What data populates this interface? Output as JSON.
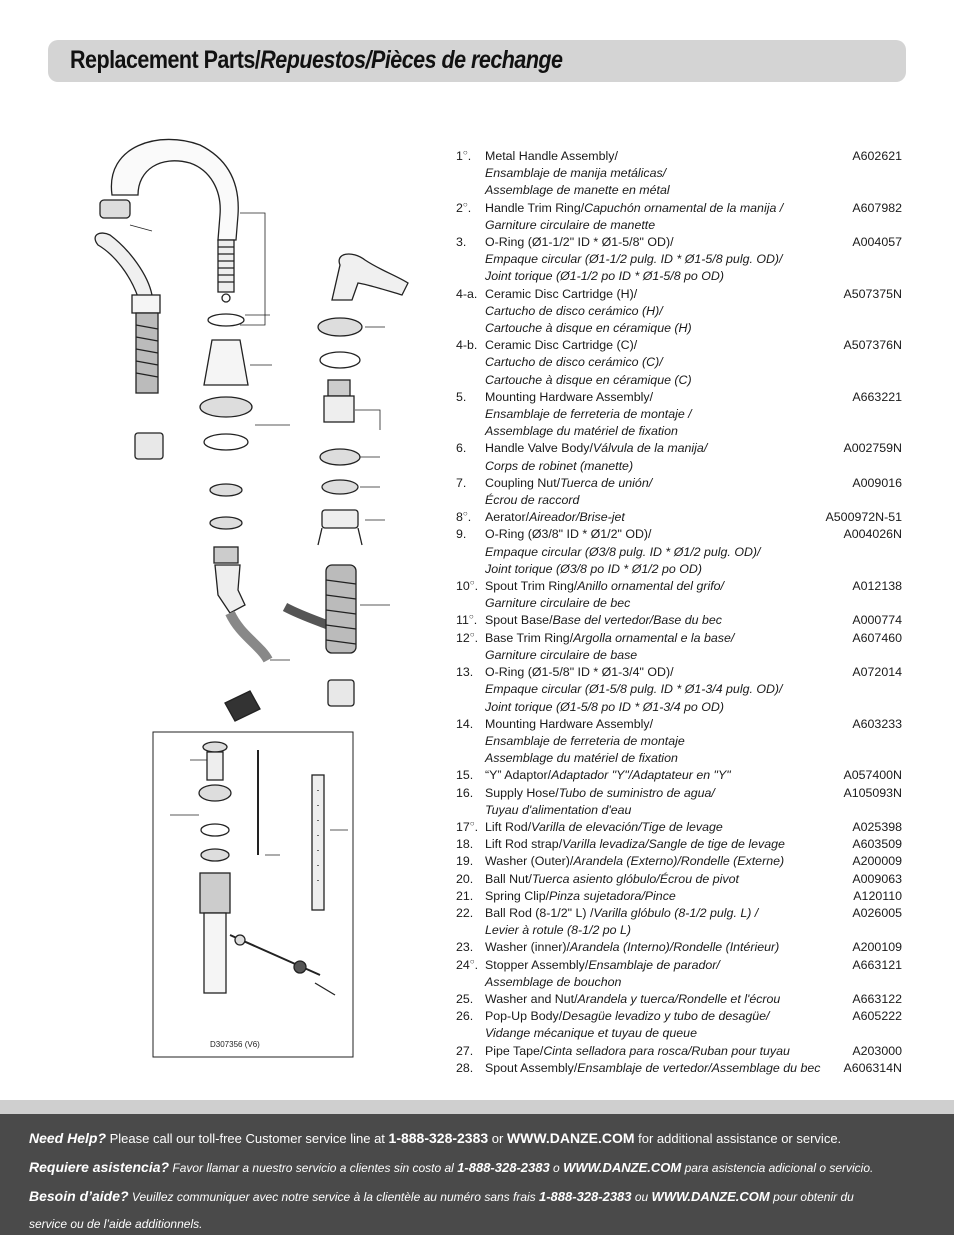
{
  "header": {
    "title_en": "Replacement Parts/",
    "title_other": "Repuestos/Pièces de rechange"
  },
  "diagram": {
    "code": "D307356 (V6)"
  },
  "parts": [
    {
      "num": "1",
      "mark": "○",
      "en": "Metal Handle Assembly/",
      "es": "",
      "code": "A602621",
      "subs": [
        "Ensamblaje de manija metálicas/",
        "Assemblage de manette en métal"
      ]
    },
    {
      "num": "2",
      "mark": "○",
      "en": "Handle Trim Ring/",
      "es": "Capuchón ornamental de la manija /",
      "code": "A607982",
      "subs": [
        "Garniture circulaire de manette"
      ]
    },
    {
      "num": "3.",
      "mark": "",
      "en": "O-Ring (Ø1-1/2\" ID * Ø1-5/8\" OD)/",
      "es": "",
      "code": "A004057",
      "subs": [
        "Empaque circular (Ø1-1/2 pulg. ID * Ø1-5/8 pulg. OD)/",
        "Joint torique (Ø1-1/2 po ID * Ø1-5/8 po OD)"
      ]
    },
    {
      "num": "4-a.",
      "mark": "",
      "en": "Ceramic Disc Cartridge (H)/",
      "es": "",
      "code": "A507375N",
      "subs": [
        "Cartucho de disco cerámico (H)/",
        "Cartouche à disque en céramique (H)"
      ]
    },
    {
      "num": "4-b.",
      "mark": "",
      "en": "Ceramic Disc Cartridge (C)/",
      "es": "",
      "code": "A507376N",
      "subs": [
        "Cartucho de disco cerámico (C)/",
        "Cartouche à disque en céramique (C)"
      ]
    },
    {
      "num": "5.",
      "mark": "",
      "en": "Mounting Hardware Assembly/",
      "es": "",
      "code": "A663221",
      "subs": [
        "Ensamblaje de ferreteria de montaje /",
        "Assemblage du matériel de fixation"
      ]
    },
    {
      "num": "6.",
      "mark": "",
      "en": "Handle Valve Body/",
      "es": "Válvula de la manija/",
      "code": "A002759N",
      "subs": [
        "Corps de robinet (manette)"
      ]
    },
    {
      "num": "7.",
      "mark": "",
      "en": "Coupling Nut/",
      "es": "Tuerca de unión/",
      "code": "A009016",
      "subs": [
        "Écrou de raccord"
      ]
    },
    {
      "num": "8",
      "mark": "○",
      "en": "Aerator/",
      "es": "Aireador/Brise-jet",
      "code": "A500972N-51",
      "subs": []
    },
    {
      "num": "9.",
      "mark": "",
      "en": "O-Ring (Ø3/8\" ID * Ø1/2\" OD)/",
      "es": "",
      "code": "A004026N",
      "subs": [
        "Empaque circular (Ø3/8 pulg. ID * Ø1/2 pulg. OD)/",
        "Joint torique (Ø3/8 po ID * Ø1/2 po OD)"
      ]
    },
    {
      "num": "10",
      "mark": "○",
      "en": "Spout Trim Ring/",
      "es": "Anillo ornamental del grifo/",
      "code": "A012138",
      "subs": [
        "Garniture circulaire de bec"
      ]
    },
    {
      "num": "11",
      "mark": "○",
      "en": "Spout Base/",
      "es": "Base del vertedor/Base du bec",
      "code": "A000774",
      "subs": []
    },
    {
      "num": "12",
      "mark": "○",
      "en": "Base Trim Ring/",
      "es": "Argolla ornamental e la base/",
      "code": "A607460",
      "subs": [
        "Garniture circulaire de base"
      ]
    },
    {
      "num": "13.",
      "mark": "",
      "en": "O-Ring (Ø1-5/8\" ID * Ø1-3/4\" OD)/",
      "es": "",
      "code": "A072014",
      "subs": [
        "Empaque circular  (Ø1-5/8 pulg. ID * Ø1-3/4 pulg. OD)/",
        "Joint torique  (Ø1-5/8 po ID * Ø1-3/4 po OD)"
      ]
    },
    {
      "num": "14.",
      "mark": "",
      "en": "Mounting Hardware Assembly/",
      "es": "",
      "code": "A603233",
      "subs": [
        "Ensamblaje de ferreteria de montaje",
        "Assemblage du matériel de fixation"
      ]
    },
    {
      "num": "15.",
      "mark": "",
      "en": "“Y” Adaptor/",
      "es": "Adaptador \"Y\"/Adaptateur en \"Y\"",
      "code": "A057400N",
      "subs": []
    },
    {
      "num": "16.",
      "mark": "",
      "en": "Supply Hose/",
      "es": "Tubo de suministro de agua/",
      "code": "A105093N",
      "subs": [
        "Tuyau d'alimentation d'eau"
      ]
    },
    {
      "num": "17",
      "mark": "○",
      "en": "Lift Rod/",
      "es": "Varilla de elevación/Tige de levage",
      "code": "A025398",
      "subs": []
    },
    {
      "num": "18.",
      "mark": "",
      "en": "Lift Rod strap/",
      "es": "Varilla levadiza/Sangle de tige de levage",
      "code": "A603509",
      "subs": []
    },
    {
      "num": "19.",
      "mark": "",
      "en": "Washer (Outer)/",
      "es": "Arandela (Externo)/Rondelle (Externe)",
      "code": "A200009",
      "subs": []
    },
    {
      "num": "20.",
      "mark": "",
      "en": "Ball Nut/",
      "es": "Tuerca asiento glóbulo/Écrou de pivot",
      "code": "A009063",
      "subs": []
    },
    {
      "num": "21.",
      "mark": "",
      "en": "Spring Clip/",
      "es": "Pinza sujetadora/Pince",
      "code": "A120110",
      "subs": []
    },
    {
      "num": "22.",
      "mark": "",
      "en": "Ball Rod (8-1/2\" L) /",
      "es": "Varilla glóbulo (8-1/2 pulg. L) /",
      "code": "A026005",
      "subs": [
        "Levier à rotule (8-1/2 po L)"
      ]
    },
    {
      "num": "23.",
      "mark": "",
      "en": "Washer (inner)/",
      "es": "Arandela (Interno)/Rondelle (Intérieur)",
      "code": "A200109",
      "subs": []
    },
    {
      "num": "24",
      "mark": "○",
      "en": "Stopper Assembly/",
      "es": "Ensamblaje de parador/",
      "code": "A663121",
      "subs": [
        "Assemblage de bouchon"
      ]
    },
    {
      "num": "25.",
      "mark": "",
      "en": "Washer and Nut/",
      "es": "Arandela y tuerca/Rondelle et l'écrou",
      "code": "A663122",
      "subs": []
    },
    {
      "num": "26.",
      "mark": "",
      "en": "Pop-Up Body/",
      "es": "Desagüe levadizo y tubo de desagüe/",
      "code": "A605222",
      "subs": [
        "Vidange mécanique et tuyau de queue"
      ]
    },
    {
      "num": "27.",
      "mark": "",
      "en": "Pipe Tape/",
      "es": "Cinta selladora para rosca/Ruban pour tuyau",
      "code": "A203000",
      "subs": []
    },
    {
      "num": "28.",
      "mark": "",
      "en": "Spout Assembly/",
      "es": "Ensamblaje de vertedor/Assemblage du bec",
      "code": "A606314N",
      "subs": []
    }
  ],
  "footer": {
    "en_label": "Need Help?",
    "en_text1": " Please call our toll-free Customer service line at ",
    "en_phone": "1-888-328-2383",
    "en_or": " or ",
    "en_url": "WWW.DANZE.COM",
    "en_text2": " for additional assistance or service.",
    "es_label": "Requiere asistencia?",
    "es_text1": " Favor llamar a nuestro servicio a clientes sin costo al ",
    "es_phone": "1-888-328-2383",
    "es_or": " o ",
    "es_url": "WWW.DANZE.COM",
    "es_text2": " para asistencia adicional o servicio.",
    "fr_label": "Besoin d’aide?",
    "fr_text1": " Veuillez communiquer avec notre service à la clientèle au numéro sans frais ",
    "fr_phone": "1-888-328-2383",
    "fr_or": " ou ",
    "fr_url": "WWW.DANZE.COM",
    "fr_text2": " pour obtenir du",
    "fr_text3": "service ou de l’aide additionnels."
  }
}
